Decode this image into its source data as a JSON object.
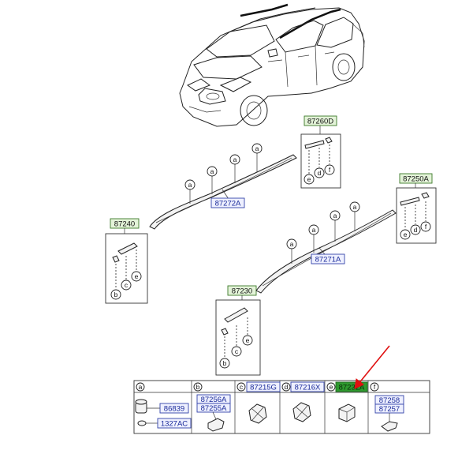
{
  "callouts": {
    "a": "a",
    "b": "b",
    "c": "c",
    "d": "d",
    "e": "e",
    "f": "f"
  },
  "assemblies": {
    "p87260D": "87260D",
    "p87250A": "87250A",
    "p87240": "87240",
    "p87230": "87230"
  },
  "parts": {
    "p87272A": "87272A",
    "p87271A": "87271A"
  },
  "table": {
    "col_a": {
      "letter": "a",
      "parts": [
        "86839",
        "1327AC"
      ]
    },
    "col_b": {
      "letter": "b",
      "parts": [
        "87256A",
        "87255A"
      ]
    },
    "col_c": {
      "letter": "c",
      "parts": [
        "87215G"
      ]
    },
    "col_d": {
      "letter": "d",
      "parts": [
        "87216X"
      ]
    },
    "col_e": {
      "letter": "e",
      "parts": [
        "87232A"
      ]
    },
    "col_f": {
      "letter": "f",
      "parts": [
        "87258",
        "87257"
      ]
    }
  },
  "colors": {
    "highlight": "#2e9a2e",
    "arrow": "#e01010",
    "label_blue": "#3344aa",
    "label_green": "#3c7a2a"
  }
}
